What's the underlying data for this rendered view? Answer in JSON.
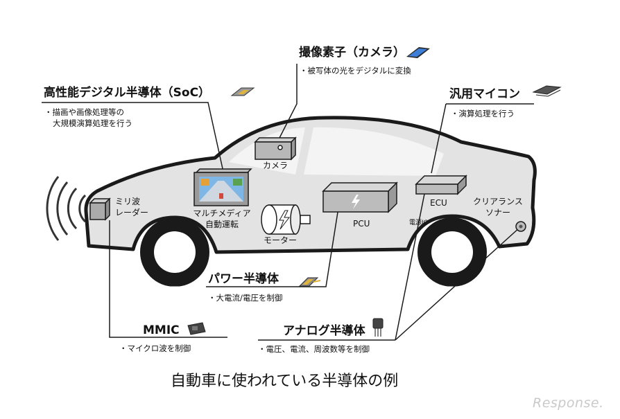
{
  "callouts": {
    "camera_sensor": {
      "title": "撮像素子（カメラ）",
      "desc": "・被写体の光をデジタルに変換"
    },
    "soc": {
      "title": "高性能デジタル半導体（SoC）",
      "desc_line1": "・描画や画像処理等の",
      "desc_line2": "大規模演算処理を行う"
    },
    "mcu": {
      "title": "汎用マイコン",
      "desc": "・演算処理を行う"
    },
    "power": {
      "title": "パワー半導体",
      "desc": "・大電流/電圧を制御"
    },
    "mmic": {
      "title": "MMIC",
      "desc": "・マイクロ波を制御"
    },
    "analog": {
      "title": "アナログ半導体",
      "desc": "・電圧、電流、周波数等を制御"
    }
  },
  "components": {
    "camera": "カメラ",
    "radar_line1": "ミリ波",
    "radar_line2": "レーダー",
    "multimedia_line1": "マルチメディア",
    "multimedia_line2": "自動運転",
    "motor": "モーター",
    "pcu": "PCU",
    "ecu": "ECU",
    "power_ic": "電源IC",
    "sonar_line1": "クリアランス",
    "sonar_line2": "ソナー"
  },
  "caption": "自動車に使われている半導体の例",
  "watermark": "Response.",
  "colors": {
    "car_body": "#e3e3e3",
    "outline": "#1a1a1a",
    "chip_gold": "#e0b43a",
    "chip_blue": "#3d7fd6"
  }
}
